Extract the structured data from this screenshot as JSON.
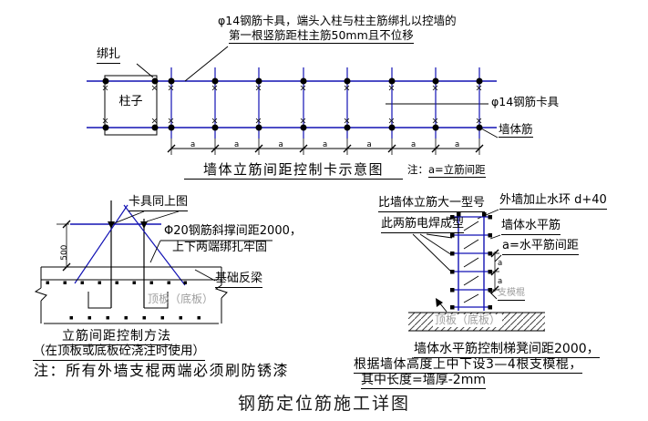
{
  "colors": {
    "blue": "#1212b4",
    "gray": "#9e9e9e",
    "line": "#000000"
  },
  "top_diagram": {
    "annotation_line1": "φ14钢筋卡具，端头入柱与柱主筋绑扎以控墙的",
    "annotation_line2": "第一根竖筋距柱主筋50mm且不位移",
    "tie_label": "绑扎",
    "column_label": "柱子",
    "clamp_label": "φ14钢筋卡具",
    "wall_bar_label": "墙体筋",
    "dim_label": "a",
    "title": "墙体立筋间距控制卡示意图",
    "note_prefix": "注：",
    "note_underlined": "a=立筋间距"
  },
  "bottom_left": {
    "clamp_note": "卡具同上图",
    "brace_note_line1": "Φ20钢筋斜撑间距2000，",
    "brace_note_line2": "上下两端绑扎牢固",
    "dim_500": "500",
    "foundation_beam_label": "基础反梁",
    "slab_label": "顶板（底板）",
    "caption_line1": "立筋间距控制方法",
    "caption_line2": "（在顶板或底板砼浇注时使用）",
    "note": "注：所有外墙支棍两端必须刷防锈漆"
  },
  "bottom_right": {
    "label_size": "比墙体立筋大一型号",
    "label_waterstop": "外墙加止水环 d+40",
    "label_weld": "此两筋电焊成型",
    "label_horizontal_bar": "墙体水平筋",
    "label_spacing": "a=水平筋间距",
    "label_support_rod": "支模棍",
    "slab_label": "顶板（底板）",
    "dim_label": "a",
    "caption_line1": "墙体水平筋控制梯凳间距2000，",
    "caption_line2": "根据墙体高度上中下设3—4根支模棍，",
    "caption_line3": "其中长度=墙厚-2mm"
  },
  "main_title": "钢筋定位筋施工详图"
}
